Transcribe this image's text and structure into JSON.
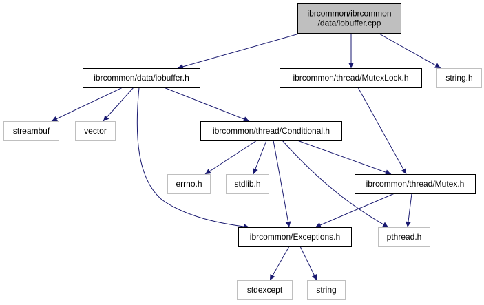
{
  "diagram": {
    "type": "include-dependency-graph",
    "colors": {
      "edge": "#191970",
      "root_fill": "#bfbfbf",
      "root_stroke": "#000000",
      "internal_stroke": "#000000",
      "external_stroke": "#bfbfbf",
      "node_fill": "#ffffff"
    },
    "nodes": [
      {
        "id": "root",
        "lines": [
          "ibrcommon/ibrcommon",
          "/data/iobuffer.cpp"
        ],
        "kind": "root"
      },
      {
        "id": "iobuffer_h",
        "lines": [
          "ibrcommon/data/iobuffer.h"
        ],
        "kind": "internal"
      },
      {
        "id": "mutexlock_h",
        "lines": [
          "ibrcommon/thread/MutexLock.h"
        ],
        "kind": "internal"
      },
      {
        "id": "string_h",
        "lines": [
          "string.h"
        ],
        "kind": "external"
      },
      {
        "id": "streambuf",
        "lines": [
          "streambuf"
        ],
        "kind": "external"
      },
      {
        "id": "vector",
        "lines": [
          "vector"
        ],
        "kind": "external"
      },
      {
        "id": "conditional_h",
        "lines": [
          "ibrcommon/thread/Conditional.h"
        ],
        "kind": "internal"
      },
      {
        "id": "errno_h",
        "lines": [
          "errno.h"
        ],
        "kind": "external"
      },
      {
        "id": "stdlib_h",
        "lines": [
          "stdlib.h"
        ],
        "kind": "external"
      },
      {
        "id": "mutex_h",
        "lines": [
          "ibrcommon/thread/Mutex.h"
        ],
        "kind": "internal"
      },
      {
        "id": "exceptions_h",
        "lines": [
          "ibrcommon/Exceptions.h"
        ],
        "kind": "internal"
      },
      {
        "id": "pthread_h",
        "lines": [
          "pthread.h"
        ],
        "kind": "external"
      },
      {
        "id": "stdexcept",
        "lines": [
          "stdexcept"
        ],
        "kind": "external"
      },
      {
        "id": "string",
        "lines": [
          "string"
        ],
        "kind": "external"
      }
    ],
    "edges": [
      {
        "from": "root",
        "to": "iobuffer_h"
      },
      {
        "from": "root",
        "to": "mutexlock_h"
      },
      {
        "from": "root",
        "to": "string_h"
      },
      {
        "from": "iobuffer_h",
        "to": "streambuf"
      },
      {
        "from": "iobuffer_h",
        "to": "vector"
      },
      {
        "from": "iobuffer_h",
        "to": "conditional_h"
      },
      {
        "from": "iobuffer_h",
        "to": "exceptions_h"
      },
      {
        "from": "mutexlock_h",
        "to": "mutex_h"
      },
      {
        "from": "conditional_h",
        "to": "errno_h"
      },
      {
        "from": "conditional_h",
        "to": "stdlib_h"
      },
      {
        "from": "conditional_h",
        "to": "mutex_h"
      },
      {
        "from": "conditional_h",
        "to": "exceptions_h"
      },
      {
        "from": "conditional_h",
        "to": "pthread_h"
      },
      {
        "from": "mutex_h",
        "to": "exceptions_h"
      },
      {
        "from": "mutex_h",
        "to": "pthread_h"
      },
      {
        "from": "exceptions_h",
        "to": "stdexcept"
      },
      {
        "from": "exceptions_h",
        "to": "string"
      }
    ]
  }
}
